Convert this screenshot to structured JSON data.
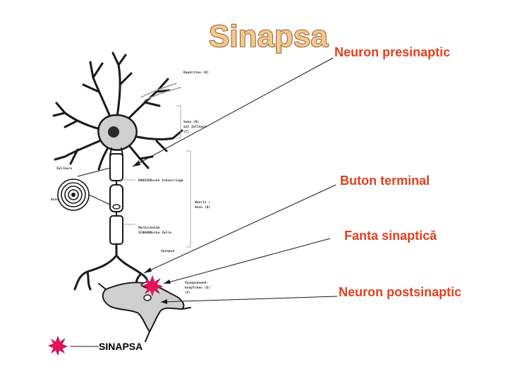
{
  "title": "Sinapsa",
  "labels": {
    "presynaptic": "Neuron presinaptic",
    "terminal": "Buton terminal",
    "cleft": "Fanta sinaptică",
    "postsynaptic": "Neuron postsinaptic"
  },
  "legend": {
    "text": "SINAPSA",
    "icon": "starburst-icon"
  },
  "colors": {
    "label": "#e0401f",
    "synapse_star": "#e8145a",
    "title_fill": "#f2c98a",
    "title_stroke": "#7a3c16"
  },
  "diagram_annotations": {
    "dendrites": "Dendriten (B)",
    "soma": "Soma (B)",
    "soma_2": "mit Zellkern",
    "soma_3": "(C)",
    "myelin_left": "Zellkern",
    "axon_left": "Axon",
    "ranvier": "RANVIERsche Schnürringe",
    "myelin_sheath": "Markscheide",
    "schwann": "SCHWANNsche Zelle",
    "neurit": "Neurit /",
    "axon": "Axon (D)",
    "synapse": "Synapse",
    "endknob": "Synapsenend-",
    "endknob_2": "knöpfchen (E)",
    "endknob_3": "(F)"
  }
}
